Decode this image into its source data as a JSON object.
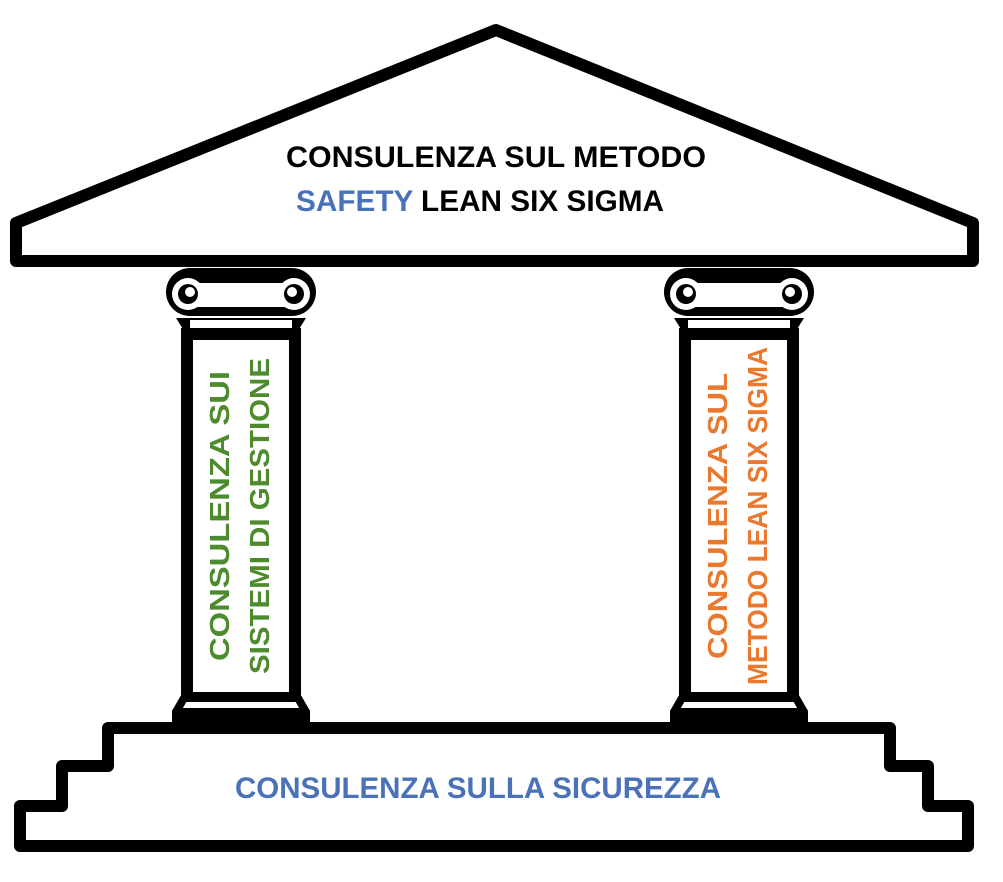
{
  "colors": {
    "outline": "#000000",
    "background": "#ffffff",
    "title_black": "#000000",
    "safety_blue": "#4a72b8",
    "green": "#4e8a2e",
    "orange": "#e8792e",
    "base_blue": "#4a72b8"
  },
  "roof": {
    "line1": "CONSULENZA SUL METODO",
    "line2_highlight": "SAFETY",
    "line2_rest": " LEAN SIX SIGMA"
  },
  "left_pillar": {
    "line1": "CONSULENZA SUI",
    "line2": "SISTEMI DI GESTIONE"
  },
  "right_pillar": {
    "line1": "CONSULENZA SUL",
    "line2": "METODO LEAN SIX SIGMA"
  },
  "base": {
    "label": "CONSULENZA SULLA SICUREZZA"
  }
}
